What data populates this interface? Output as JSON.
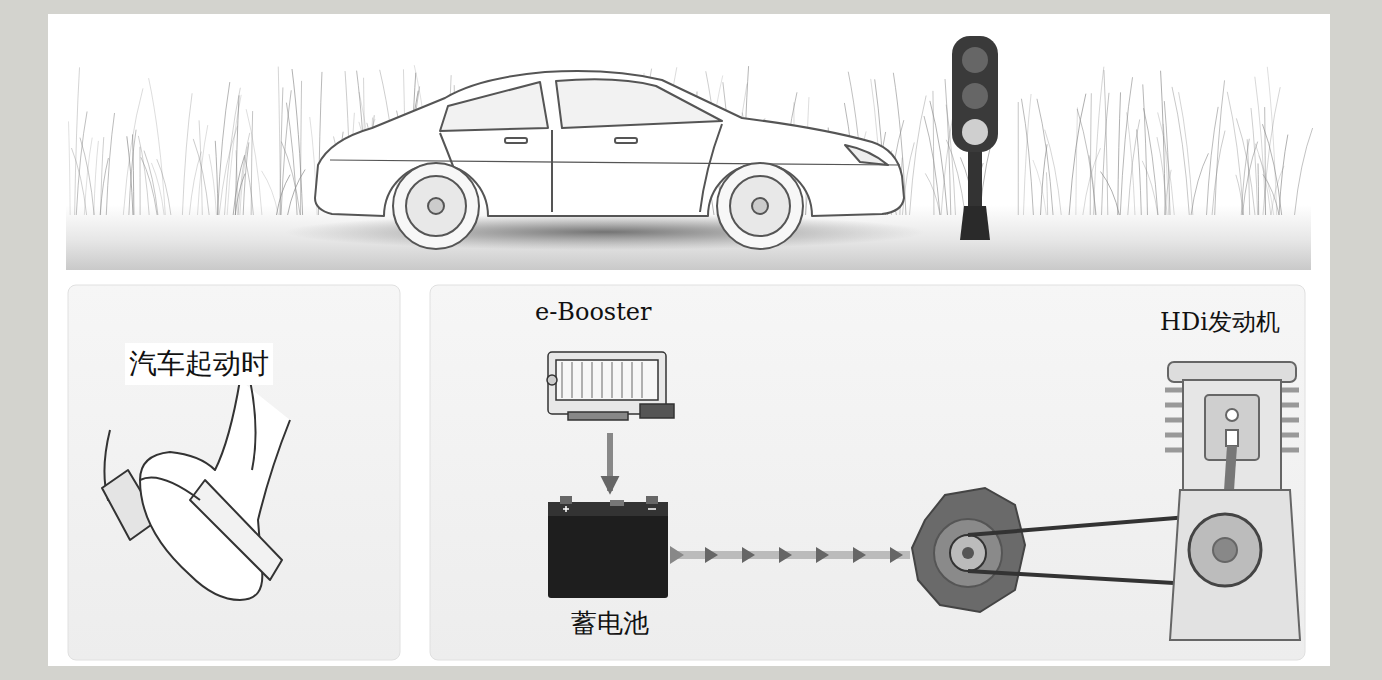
{
  "diagram": {
    "nodes": [
      {
        "text": [
          "汽车起动时"
        ]
      },
      {
        "text": [
          "e-Booster"
        ]
      },
      {
        "text": [
          "蓄电池"
        ]
      },
      {
        "text": [
          "HDi发动机"
        ]
      }
    ],
    "edges": [
      {
        "from": 1,
        "to": 2,
        "arrow": "to"
      }
    ]
  }
}
